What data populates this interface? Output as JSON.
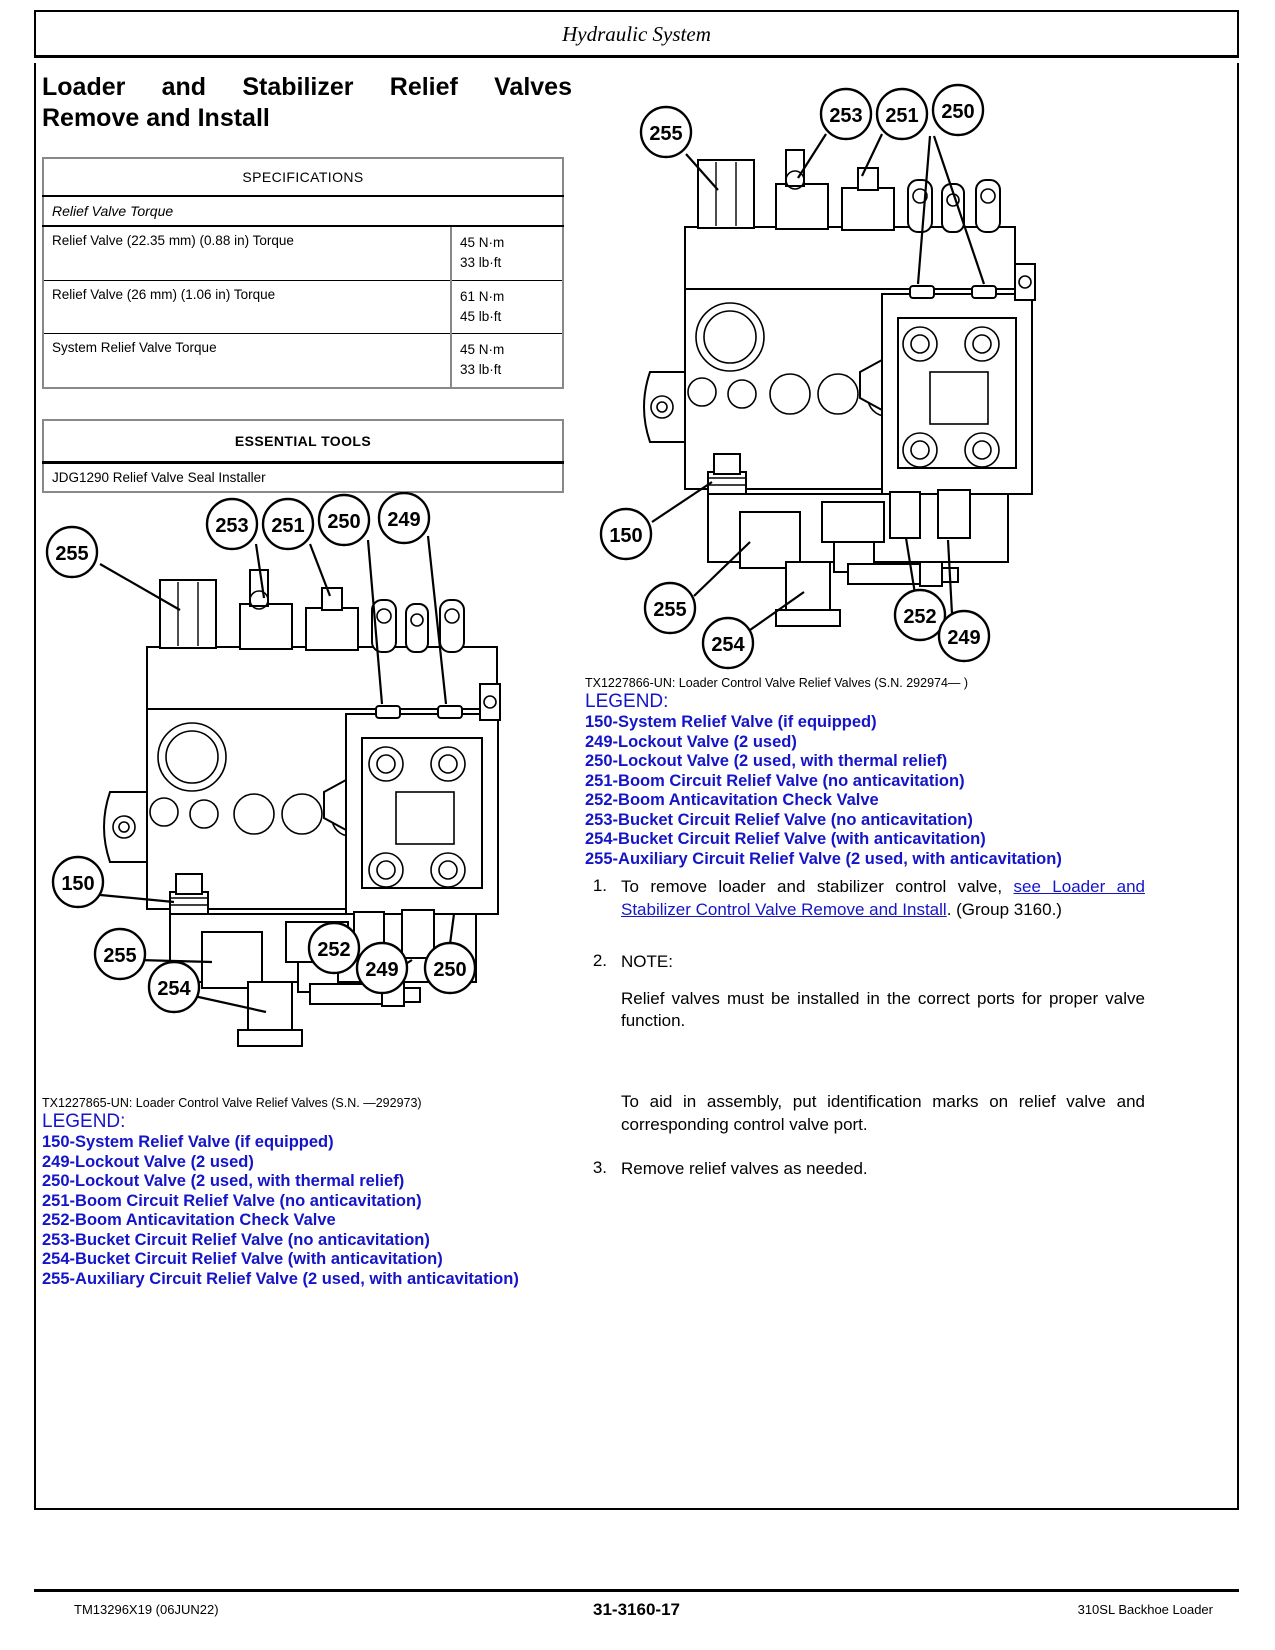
{
  "header": {
    "running_title": "Hydraulic System"
  },
  "section": {
    "title_line1": "Loader and Stabilizer Relief Valves",
    "title_line2": "Remove and Install"
  },
  "specifications": {
    "head": "SPECIFICATIONS",
    "subhead": "Relief Valve Torque",
    "rows": [
      {
        "name": "Relief Valve (22.35 mm) (0.88 in) Torque",
        "value_metric": "45 N·m",
        "value_imperial": "33 lb·ft"
      },
      {
        "name": "Relief Valve (26 mm) (1.06 in) Torque",
        "value_metric": "61 N·m",
        "value_imperial": "45 lb·ft"
      },
      {
        "name": "System Relief Valve Torque",
        "value_metric": "45 N·m",
        "value_imperial": "33 lb·ft"
      }
    ]
  },
  "essential_tools": {
    "head": "ESSENTIAL TOOLS",
    "items": [
      "JDG1290 Relief Valve Seal Installer"
    ]
  },
  "figure_top": {
    "caption": "TX1227866-UN: Loader Control Valve Relief Valves (S.N. 292974— )",
    "callouts": [
      "255",
      "253",
      "251",
      "250",
      "150",
      "255",
      "252",
      "249",
      "254"
    ]
  },
  "figure_bottom": {
    "caption": "TX1227865-UN: Loader Control Valve Relief Valves (S.N. —292973)",
    "callouts": [
      "255",
      "253",
      "251",
      "250",
      "249",
      "150",
      "255",
      "254",
      "252",
      "249",
      "250"
    ]
  },
  "legend": {
    "title": "LEGEND:",
    "color": "#1414c8",
    "items": [
      "150-System Relief Valve (if equipped)",
      "249-Lockout Valve (2 used)",
      "250-Lockout Valve (2 used, with thermal relief)",
      "251-Boom Circuit Relief Valve (no anticavitation)",
      "252-Boom Anticavitation Check Valve",
      "253-Bucket Circuit Relief Valve (no anticavitation)",
      "254-Bucket Circuit Relief Valve (with anticavitation)",
      "255-Auxiliary Circuit Relief Valve (2 used, with anticavitation)"
    ]
  },
  "steps": {
    "step1": {
      "num": "1.",
      "text_before": "To remove loader and stabilizer control valve,",
      "link": "see Loader and Stabilizer Control Valve Remove and Install",
      "text_after": ". (Group 3160.)"
    },
    "step2": {
      "num": "2.",
      "label": "NOTE:",
      "note": "Relief valves must be installed in the correct ports for proper valve function.",
      "note2": "To aid in assembly, put identification marks on relief valve and corresponding control valve port."
    },
    "step3": {
      "num": "3.",
      "text": "Remove relief valves as needed."
    }
  },
  "footer": {
    "left": "TM13296X19 (06JUN22)",
    "center": "31-3160-17",
    "right": "310SL Backhoe Loader"
  }
}
